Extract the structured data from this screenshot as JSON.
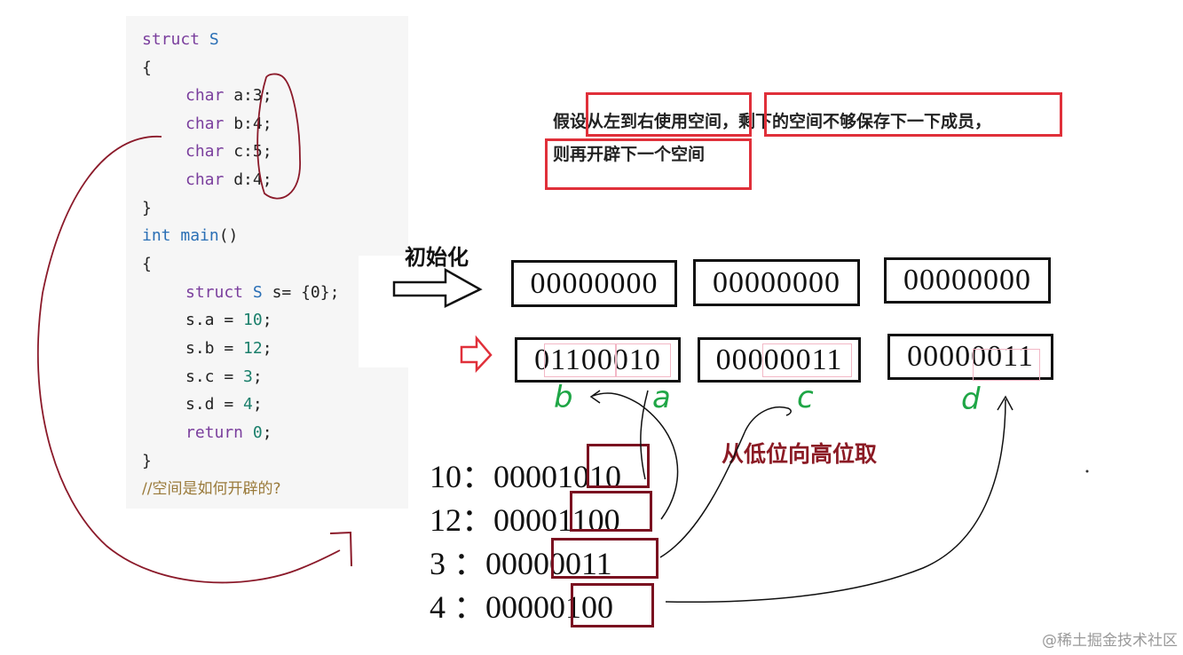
{
  "code": {
    "struct_keyword": "struct",
    "struct_name": "S",
    "open_brace": "{",
    "close_brace": "}",
    "close_struct": "}",
    "fields": [
      {
        "type": "char",
        "decl": "a:3;"
      },
      {
        "type": "char",
        "decl": "b:4;"
      },
      {
        "type": "char",
        "decl": "c:5;"
      },
      {
        "type": "char",
        "decl": "d:4;"
      }
    ],
    "main_ret": "int",
    "main_name": "main",
    "main_parens": "()",
    "main_open": "{",
    "main_close": "}",
    "init_kw": "struct",
    "init_type": "S",
    "init_rest": "s= {0};",
    "assign": [
      {
        "lhs": "s.a = ",
        "val": "10",
        "end": ";"
      },
      {
        "lhs": "s.b = ",
        "val": "12",
        "end": ";"
      },
      {
        "lhs": "s.c = ",
        "val": "3",
        "end": ";"
      },
      {
        "lhs": "s.d = ",
        "val": "4",
        "end": ";"
      }
    ],
    "return_kw": "return",
    "return_val": "0",
    "return_end": ";",
    "comment": "//空间是如何开辟的?"
  },
  "notes": {
    "line1": "假设从左到右使用空间，剩下的空间不够保存下一下成员，",
    "line2": "则再开辟下一个空间"
  },
  "init_label": "初始化",
  "initial_bytes": [
    "00000000",
    "00000000",
    "00000000"
  ],
  "result_bytes": [
    "01100010",
    "00000011",
    "00000011"
  ],
  "field_labels": {
    "b": "b",
    "a": "a",
    "c": "c",
    "d": "d"
  },
  "low_to_high": "从低位向高位取",
  "binary_rows": [
    {
      "label": "10：",
      "bits": "00001010"
    },
    {
      "label": "12：",
      "bits": "00001100"
    },
    {
      "label": "3 ：",
      "bits": "00000011"
    },
    {
      "label": "4 ：",
      "bits": "00000100"
    }
  ],
  "watermark": "@稀土掘金技术社区",
  "colors": {
    "keyword": "#7a3e9d",
    "type": "#2a6fb5",
    "number": "#1a7f6b",
    "comment": "#9a7a3a",
    "red_box": "#e0303a",
    "maroon": "#7a1020",
    "green": "#1fa646"
  },
  "icons": [
    "hollow-right-arrow-icon",
    "red-right-arrow-icon"
  ]
}
